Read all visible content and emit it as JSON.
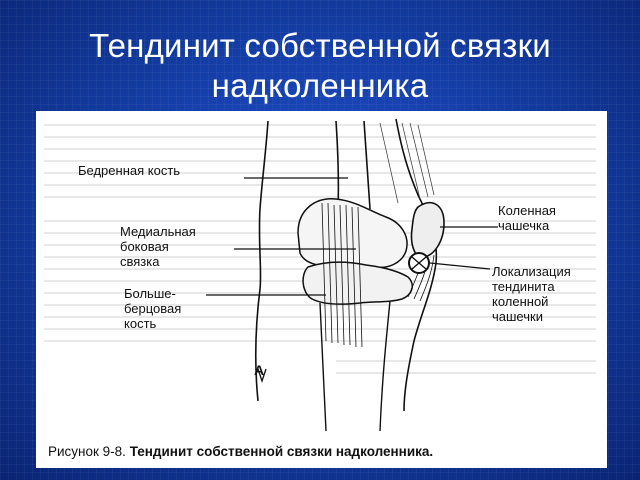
{
  "slide": {
    "title_line1": "Тендинит собственной связки",
    "title_line2": "надколенника"
  },
  "figure": {
    "labels": {
      "femur": "Бедренная кость",
      "medial_line1": "Медиальная",
      "medial_line2": "боковая",
      "medial_line3": "связка",
      "tibia_line1": "Больше-",
      "tibia_line2": "берцовая",
      "tibia_line3": "кость",
      "patella_line1": "Коленная",
      "patella_line2": "чашечка",
      "loc_line1": "Локализация",
      "loc_line2": "тендинита",
      "loc_line3": "коленной",
      "loc_line4": "чашечки",
      "letter": "А"
    },
    "caption_prefix": "Рисунок 9-8.",
    "caption_text": "Тендинит собственной связки надколенника."
  }
}
